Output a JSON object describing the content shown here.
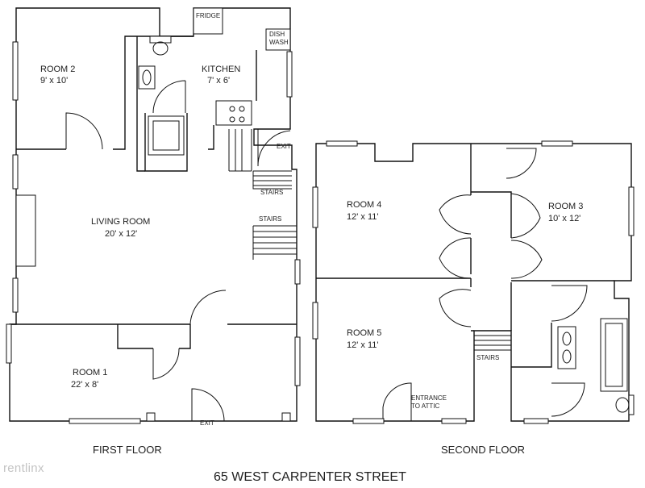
{
  "rooms": {
    "room2": {
      "name": "ROOM 2",
      "size": "9' x 10'"
    },
    "kitchen": {
      "name": "KITCHEN",
      "size": "7' x 6'"
    },
    "living": {
      "name": "LIVING ROOM",
      "size": "20' x 12'"
    },
    "room1": {
      "name": "ROOM 1",
      "size": "22' x 8'"
    },
    "room4": {
      "name": "ROOM 4",
      "size": "12' x 11'"
    },
    "room3": {
      "name": "ROOM 3",
      "size": "10' x 12'"
    },
    "room5": {
      "name": "ROOM 5",
      "size": "12' x 11'"
    }
  },
  "labels": {
    "fridge": "FRIDGE",
    "dish_1": "DISH",
    "dish_2": "WASH",
    "exit_top": "EXIT",
    "exit_bottom": "EXIT",
    "stairs_1": "STAIRS",
    "stairs_2": "STAIRS",
    "stairs_3": "STAIRS",
    "attic_1": "ENTRANCE",
    "attic_2": "TO ATTIC"
  },
  "captions": {
    "first_floor": "FIRST FLOOR",
    "second_floor": "SECOND FLOOR",
    "address": "65 WEST CARPENTER STREET"
  },
  "watermark": "rentlinx"
}
